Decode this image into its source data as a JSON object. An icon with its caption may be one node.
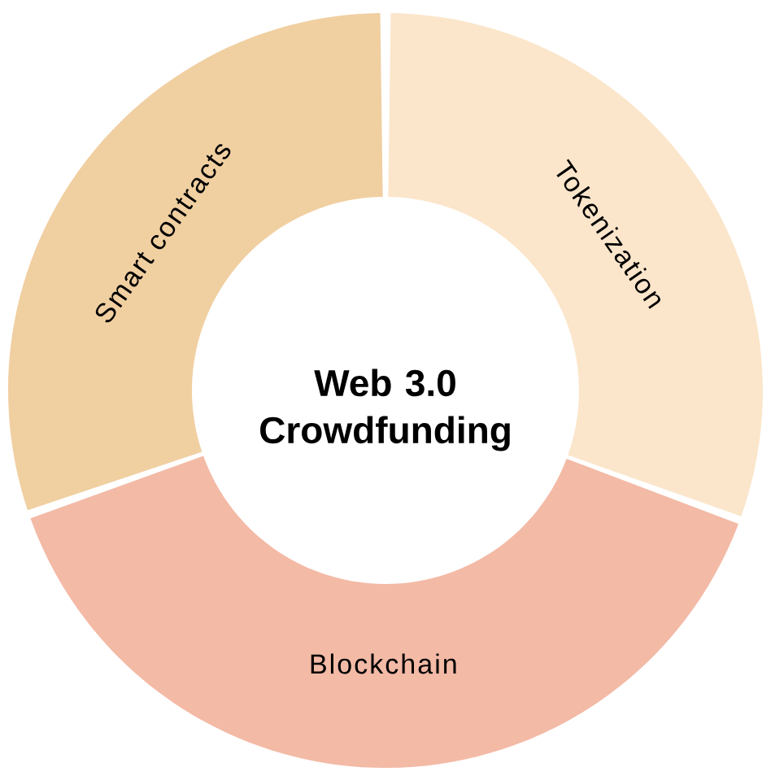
{
  "diagram": {
    "nodes": [
      {
        "text": [
          "Web 3.0 Crowdfunding"
        ]
      },
      {
        "text": [
          "Smart contracts"
        ]
      },
      {
        "text": [
          "Tokenization"
        ]
      },
      {
        "text": [
          "Blockchain"
        ]
      }
    ]
  }
}
